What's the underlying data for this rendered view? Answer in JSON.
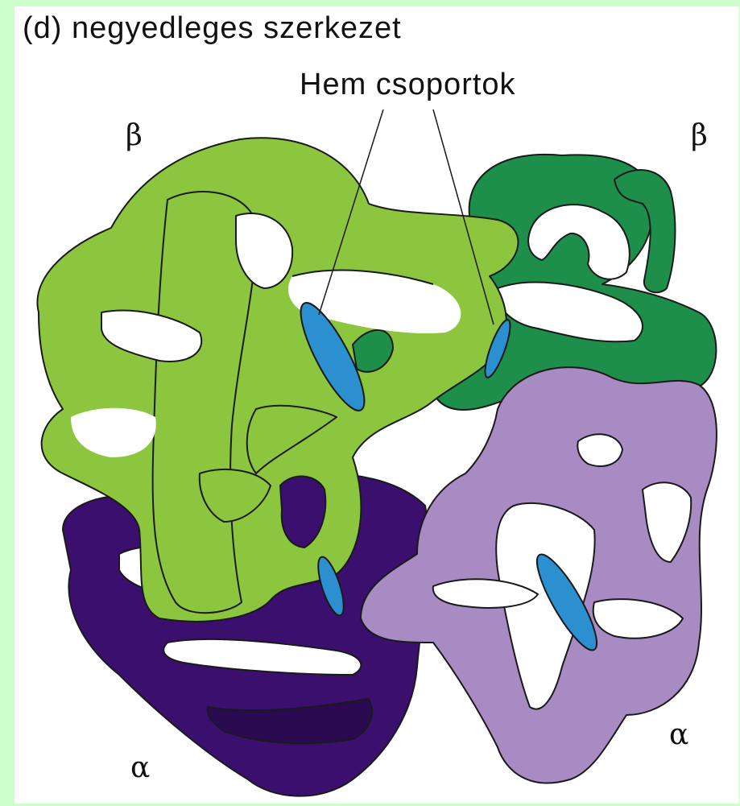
{
  "title": "(d) negyedleges szerkezet",
  "heme_label": "Hem csoportok",
  "subunits": {
    "beta_left": "β",
    "beta_right": "β",
    "alpha_left": "α",
    "alpha_right": "α"
  },
  "colors": {
    "background": "#ccffcc",
    "beta_light": "#8cc63f",
    "beta_dark": "#1e8f4a",
    "alpha_dark": "#3b0f6e",
    "alpha_light": "#a98bc4",
    "heme": "#2b8fd0"
  }
}
